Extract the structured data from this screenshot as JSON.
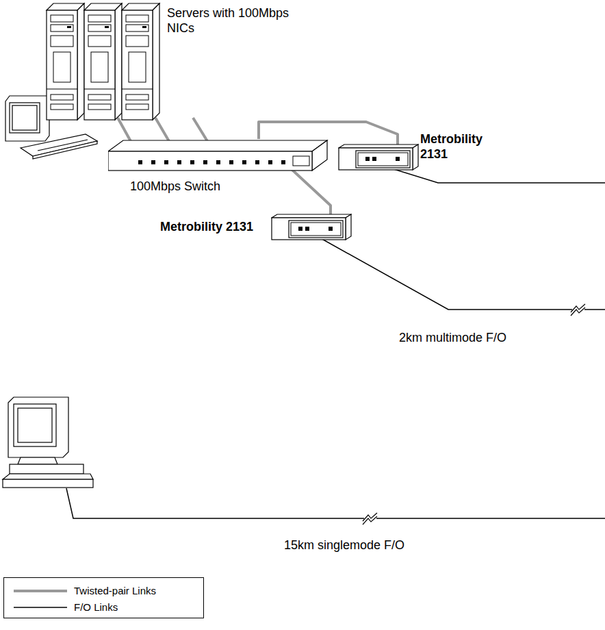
{
  "diagram": {
    "nodes": [
      {
        "text": [
          "Servers with 100Mbps NICs"
        ]
      },
      {
        "text": [
          "100Mbps Switch"
        ]
      },
      {
        "text": [
          "Metrobility 2131"
        ]
      },
      {
        "text": [
          "Metrobility 2131"
        ]
      }
    ],
    "edges": [
      {
        "from": 0,
        "to": 1,
        "arrow": "none"
      },
      {
        "from": 0,
        "to": 1,
        "arrow": "none"
      },
      {
        "from": 0,
        "to": 1,
        "arrow": "none"
      },
      {
        "from": 1,
        "to": 2,
        "arrow": "none"
      },
      {
        "from": 1,
        "to": 3,
        "arrow": "none"
      }
    ],
    "labels": [
      "2km multimode F/O",
      "15km singlemode F/O"
    ],
    "legend": [
      {
        "text": "Twisted-pair Links"
      },
      {
        "text": "F/O Links"
      }
    ]
  }
}
